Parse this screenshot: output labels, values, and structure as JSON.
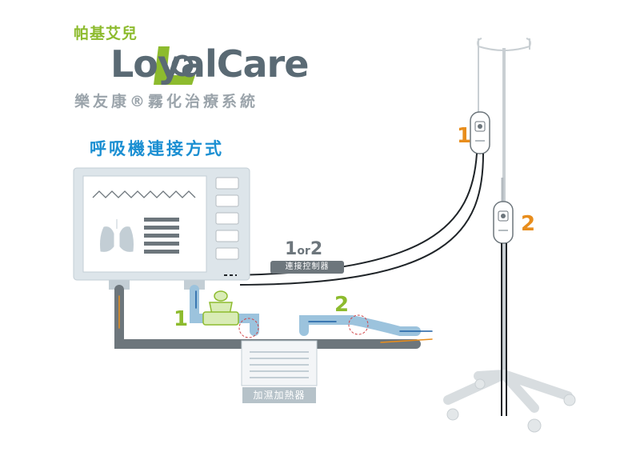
{
  "brand": {
    "chinese_name": "帕基艾兒",
    "logo_text": "LoyalCare",
    "product_line": "樂友康®霧化治療系統"
  },
  "section_title": "呼吸機連接方式",
  "labels": {
    "controller_option_1": "1",
    "controller_option_or": "or",
    "controller_option_2": "2",
    "controller": "連接控制器",
    "humidifier": "加濕加熱器",
    "pole_position_1": "1",
    "pole_position_2": "2",
    "connection_1": "1",
    "connection_2": "2"
  },
  "colors": {
    "brand_green": "#8dbb2e",
    "title_blue": "#1b8fd2",
    "accent_orange": "#e88d1c",
    "tube_grey": "#6d767c",
    "tube_blue": "#9cc3dd"
  }
}
